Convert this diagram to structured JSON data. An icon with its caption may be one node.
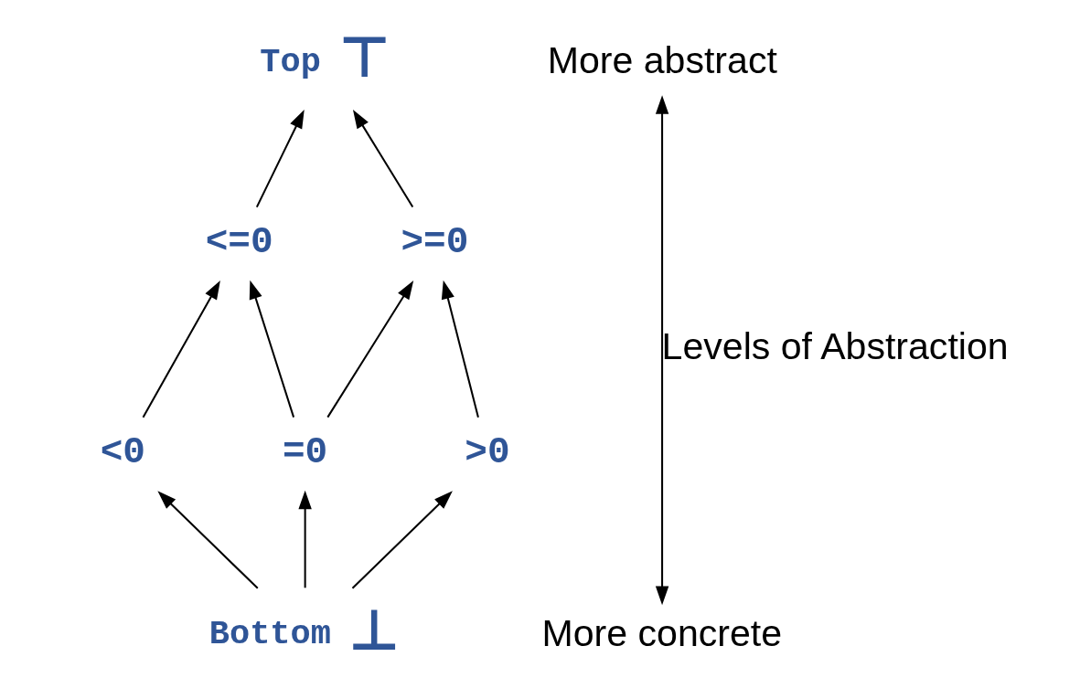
{
  "diagram": {
    "nodes": [
      {
        "text": [
          "⊤"
        ],
        "beside": [
          "Top"
        ]
      },
      {
        "text": [
          "<=0"
        ]
      },
      {
        "text": [
          ">=0"
        ]
      },
      {
        "text": [
          "<0"
        ]
      },
      {
        "text": [
          "=0"
        ]
      },
      {
        "text": [
          ">0"
        ]
      },
      {
        "text": [
          "⊥"
        ],
        "beside": [
          "Bottom"
        ]
      },
      {
        "text": [
          "More abstract"
        ]
      },
      {
        "text": [
          "More concrete"
        ]
      }
    ],
    "edges": [
      {
        "from": 1,
        "to": 0,
        "arrow": "to"
      },
      {
        "from": 2,
        "to": 0,
        "arrow": "to"
      },
      {
        "from": 3,
        "to": 1,
        "arrow": "to"
      },
      {
        "from": 4,
        "to": 1,
        "arrow": "to"
      },
      {
        "from": 4,
        "to": 2,
        "arrow": "to"
      },
      {
        "from": 5,
        "to": 2,
        "arrow": "to"
      },
      {
        "from": 6,
        "to": 3,
        "arrow": "to"
      },
      {
        "from": 6,
        "to": 4,
        "arrow": "to"
      },
      {
        "from": 6,
        "to": 5,
        "arrow": "to"
      },
      {
        "from": 8,
        "to": 7,
        "arrow": "both",
        "label": "Levels of Abstraction"
      }
    ]
  }
}
